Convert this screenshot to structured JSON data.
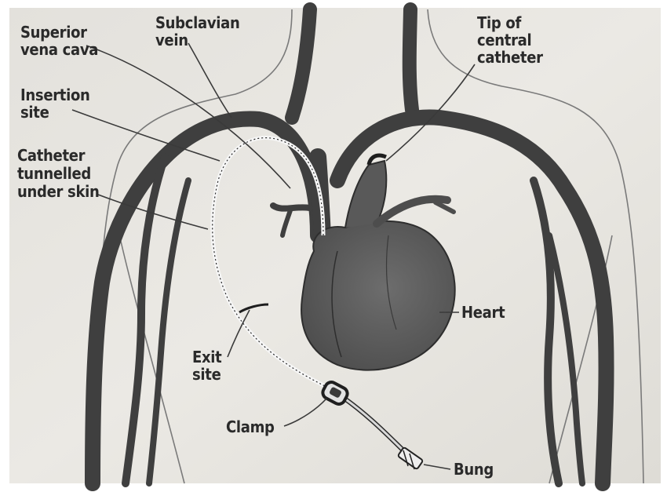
{
  "diagram": {
    "labels": {
      "superior_vena_cava": [
        "Superior",
        "vena cava"
      ],
      "subclavian_vein": [
        "Subclavian",
        "vein"
      ],
      "tip_of_central_catheter": [
        "Tip of",
        "central",
        "catheter"
      ],
      "insertion_site": [
        "Insertion",
        "site"
      ],
      "catheter_tunnelled": [
        "Catheter",
        "tunnelled",
        "under skin"
      ],
      "heart": [
        "Heart"
      ],
      "exit_site": [
        "Exit",
        "site"
      ],
      "clamp": [
        "Clamp"
      ],
      "bung": [
        "Bung"
      ]
    },
    "colors": {
      "paper": "#e8e6e1",
      "vein": "#3f3f3f",
      "heart": "#585858",
      "text": "#2a2a2a"
    }
  }
}
